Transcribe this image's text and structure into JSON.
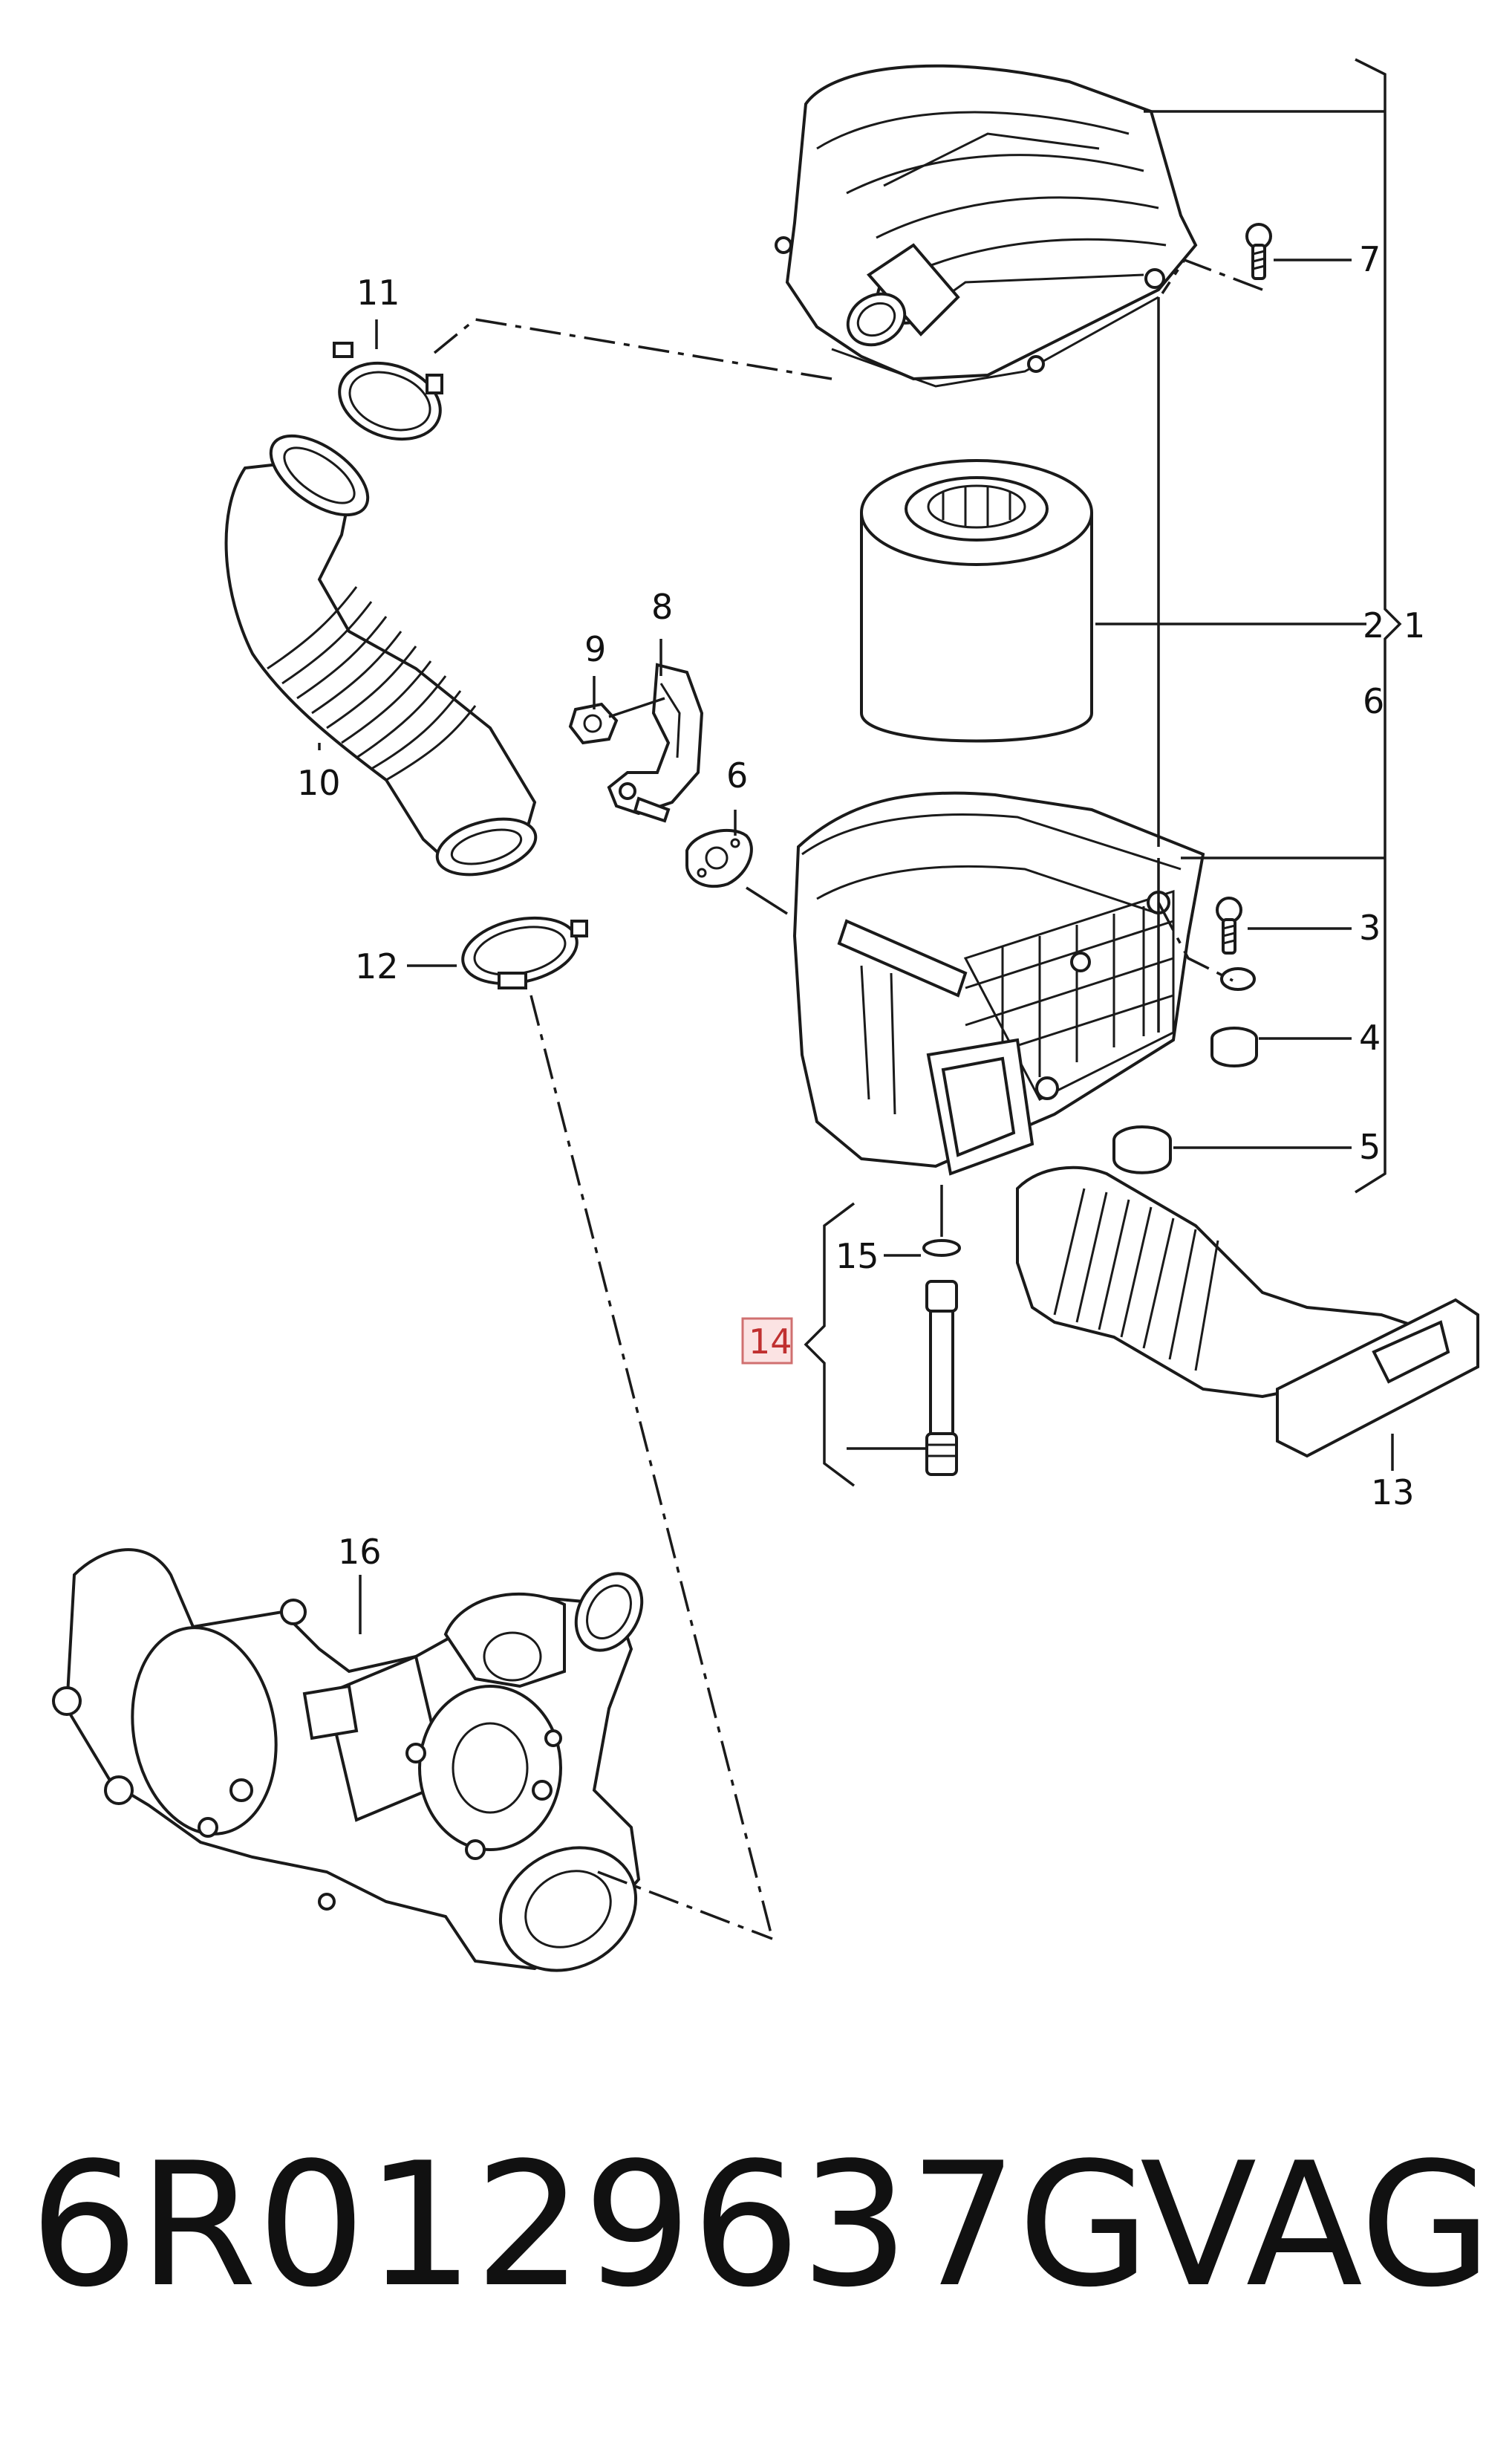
{
  "diagram": {
    "callouts": {
      "c1": "1",
      "c2": "2",
      "c3": "3",
      "c4": "4",
      "c5": "5",
      "c6a": "6",
      "c6b": "6",
      "c7": "7",
      "c8": "8",
      "c9": "9",
      "c10": "10",
      "c11": "11",
      "c12": "12",
      "c13": "13",
      "c14": "14",
      "c15": "15",
      "c16": "16"
    },
    "highlighted_callout": "14"
  },
  "caption": {
    "part_number": "6R0129637G",
    "brand": "VAG"
  }
}
